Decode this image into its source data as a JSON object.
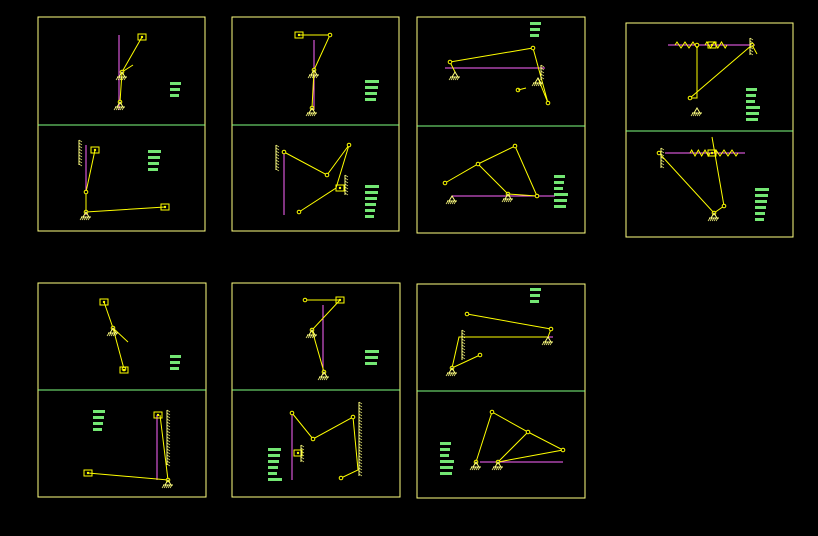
{
  "colors": {
    "background": "#000000",
    "frame": "#ffff80",
    "divider": "#80ff80",
    "link": "#ffff00",
    "slider_path": "#ff66ff",
    "annotation": "#80ff80",
    "ground": "#ffff80"
  },
  "panels": [
    {
      "id": "sheet-1",
      "cells": [
        "slider-crank-vertical",
        "slider-crank-horizontal"
      ]
    },
    {
      "id": "sheet-2",
      "cells": [
        "slider-crank-top",
        "four-bar-slider"
      ]
    },
    {
      "id": "sheet-3",
      "cells": [
        "four-bar-wide",
        "four-bar-triangle"
      ]
    },
    {
      "id": "sheet-4",
      "cells": [
        "double-slider-horizontal",
        "double-slider-diagonal"
      ]
    },
    {
      "id": "sheet-5",
      "cells": [
        "slider-crank-inclined",
        "slider-crank-base"
      ]
    },
    {
      "id": "sheet-6",
      "cells": [
        "slider-crank-top-2",
        "four-bar-slider-2"
      ]
    },
    {
      "id": "sheet-7",
      "cells": [
        "four-bar-wide-2",
        "four-bar-triangle-2"
      ]
    }
  ]
}
